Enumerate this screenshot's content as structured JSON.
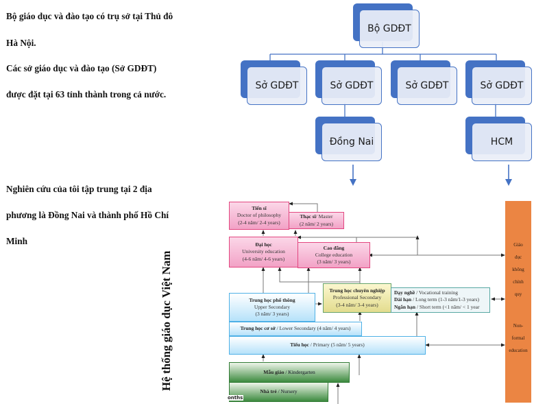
{
  "left_text": {
    "para1_line1": "Bộ giáo dục và đào tạo có trụ sở tại Thủ đô",
    "para1_line2": "Hà Nội.",
    "para2_line1": "Các sở giáo dục và đào tạo (Sở GDĐT)",
    "para2_line2": "được đặt tại 63 tỉnh thành trong cả nước.",
    "para3_line1": "Nghiên cứu của tôi tập trung tại 2 địa",
    "para3_line2": "phương là Đồng Nai và thành phố Hồ Chí",
    "para3_line3": "Minh"
  },
  "vertical_title": "Hệ thống giáo dục Việt Nam",
  "org_chart": {
    "root": "Bộ GDĐT",
    "departments": [
      "Sở GDĐT",
      "Sở GDĐT",
      "Sở GDĐT",
      "Sở GDĐT"
    ],
    "children": [
      "Đồng Nai",
      "HCM"
    ],
    "accent_color": "#4472c4"
  },
  "education_system": {
    "doctor": {
      "title": "Tiến sĩ",
      "en": "Doctor of philosophy",
      "duration": "(2-4 năm/ 2-4 years)"
    },
    "master": {
      "title": "Thạc sĩ",
      "en": "/ Master",
      "duration": "(2 năm/ 2 years)"
    },
    "university": {
      "title": "Đại học",
      "en": "University education",
      "duration": "(4-6 năm/ 4-6 years)"
    },
    "college": {
      "title": "Cao đẳng",
      "en": "College education",
      "duration": "(3 năm/ 3 years)"
    },
    "professional": {
      "title": "Trung học chuyên nghiệp",
      "en": "Professional Secondary",
      "duration": "(3-4 năm/ 3-4 years)"
    },
    "vocational": {
      "line1_bold": "Dạy nghề",
      "line1": " / Vocational training",
      "line2_bold": "Dài hạn",
      "line2": " / Long term (1-3 năm/1-3 years)",
      "line3_bold": "Ngắn hạn",
      "line3": " / Short term (<1 năm/ < 1 year"
    },
    "upper_secondary": {
      "title": "Trung học phổ thông",
      "en": "Upper Secondary",
      "duration": "(3 năm/ 3 years)"
    },
    "lower_secondary": {
      "title": "Trung học cơ sở",
      "en": " / Lower Secondary (4 năm/ 4 years)"
    },
    "primary": {
      "title": "Tiểu học",
      "en": " / Primary (5 năm/ 5 years)"
    },
    "kindergarten": {
      "title": "Mẫu giáo",
      "en": " / Kindergarten"
    },
    "nursery": {
      "title": "Nhà trẻ",
      "en": " / Nursery"
    },
    "nonformal": {
      "vi": [
        "Giáo",
        "dục",
        "không",
        "chính",
        "quy"
      ],
      "en": [
        "Non-",
        "formal",
        "education"
      ]
    },
    "months_label": "onths"
  }
}
